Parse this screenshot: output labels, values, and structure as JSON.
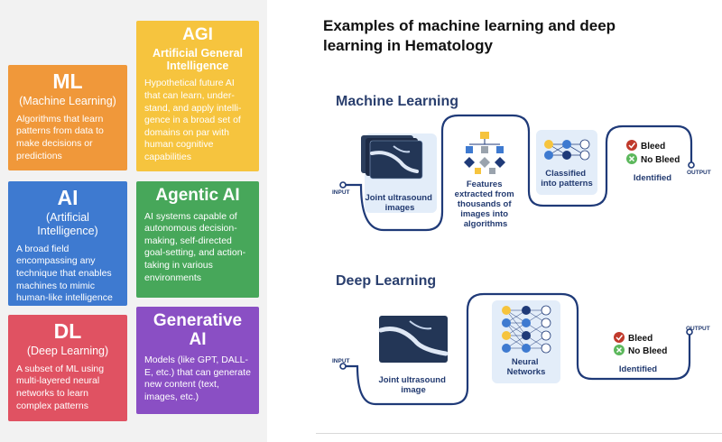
{
  "cards": {
    "ml": {
      "title": "ML",
      "subtitle": "(Machine Learning)",
      "desc": "Algorithms that learn patterns from data to make decisions or predictions",
      "color": "#f0983a"
    },
    "agi": {
      "title": "AGI",
      "subtitle": "Artificial General Intelligence",
      "desc": "Hypothetical future AI that can learn, under-stand, and apply intelli-gence in a broad set of domains on par with human cognitive capabilities",
      "color": "#f6c43e"
    },
    "ai": {
      "title": "AI",
      "subtitle": "(Artificial Intelligence)",
      "desc": "A broad field encompassing any technique that enables machines to mimic human-like intelligence",
      "color": "#3e7ad0"
    },
    "agentic": {
      "title": "Agentic AI",
      "desc": "AI systems capable of autonomous decision-making, self-directed goal-setting, and action-taking in various environments",
      "color": "#47a75a"
    },
    "dl": {
      "title": "DL",
      "subtitle": "(Deep Learning)",
      "desc": "A subset of ML using multi-layered neural networks to learn complex patterns",
      "color": "#e05262"
    },
    "genai": {
      "title": "Generative AI",
      "desc": "Models (like GPT, DALL-E, etc.) that can generate new content (text, images, etc.)",
      "color": "#8a4fc4"
    }
  },
  "right": {
    "title": "Examples of machine learning and deep learning in Hematology",
    "ml": {
      "heading": "Machine Learning",
      "input": "INPUT",
      "output": "OUTPUT",
      "step1": [
        "Joint ultrasound",
        "images"
      ],
      "step2": [
        "Features",
        "extracted from",
        "thousands of",
        "images into",
        "algorithms"
      ],
      "step3": [
        "Classified",
        "into patterns"
      ],
      "identified": "Identified",
      "bleed": "Bleed",
      "no_bleed": "No Bleed"
    },
    "dl": {
      "heading": "Deep Learning",
      "input": "INPUT",
      "output": "OUTPUT",
      "step1": [
        "Joint ultrasound",
        "image"
      ],
      "step2": [
        "Neural",
        "Networks"
      ],
      "identified": "Identified",
      "bleed": "Bleed",
      "no_bleed": "No Bleed"
    },
    "colors": {
      "line": "#1f3a78",
      "box": "#e3edf9",
      "check": "#c0392b",
      "cross": "#5cb85c"
    }
  }
}
